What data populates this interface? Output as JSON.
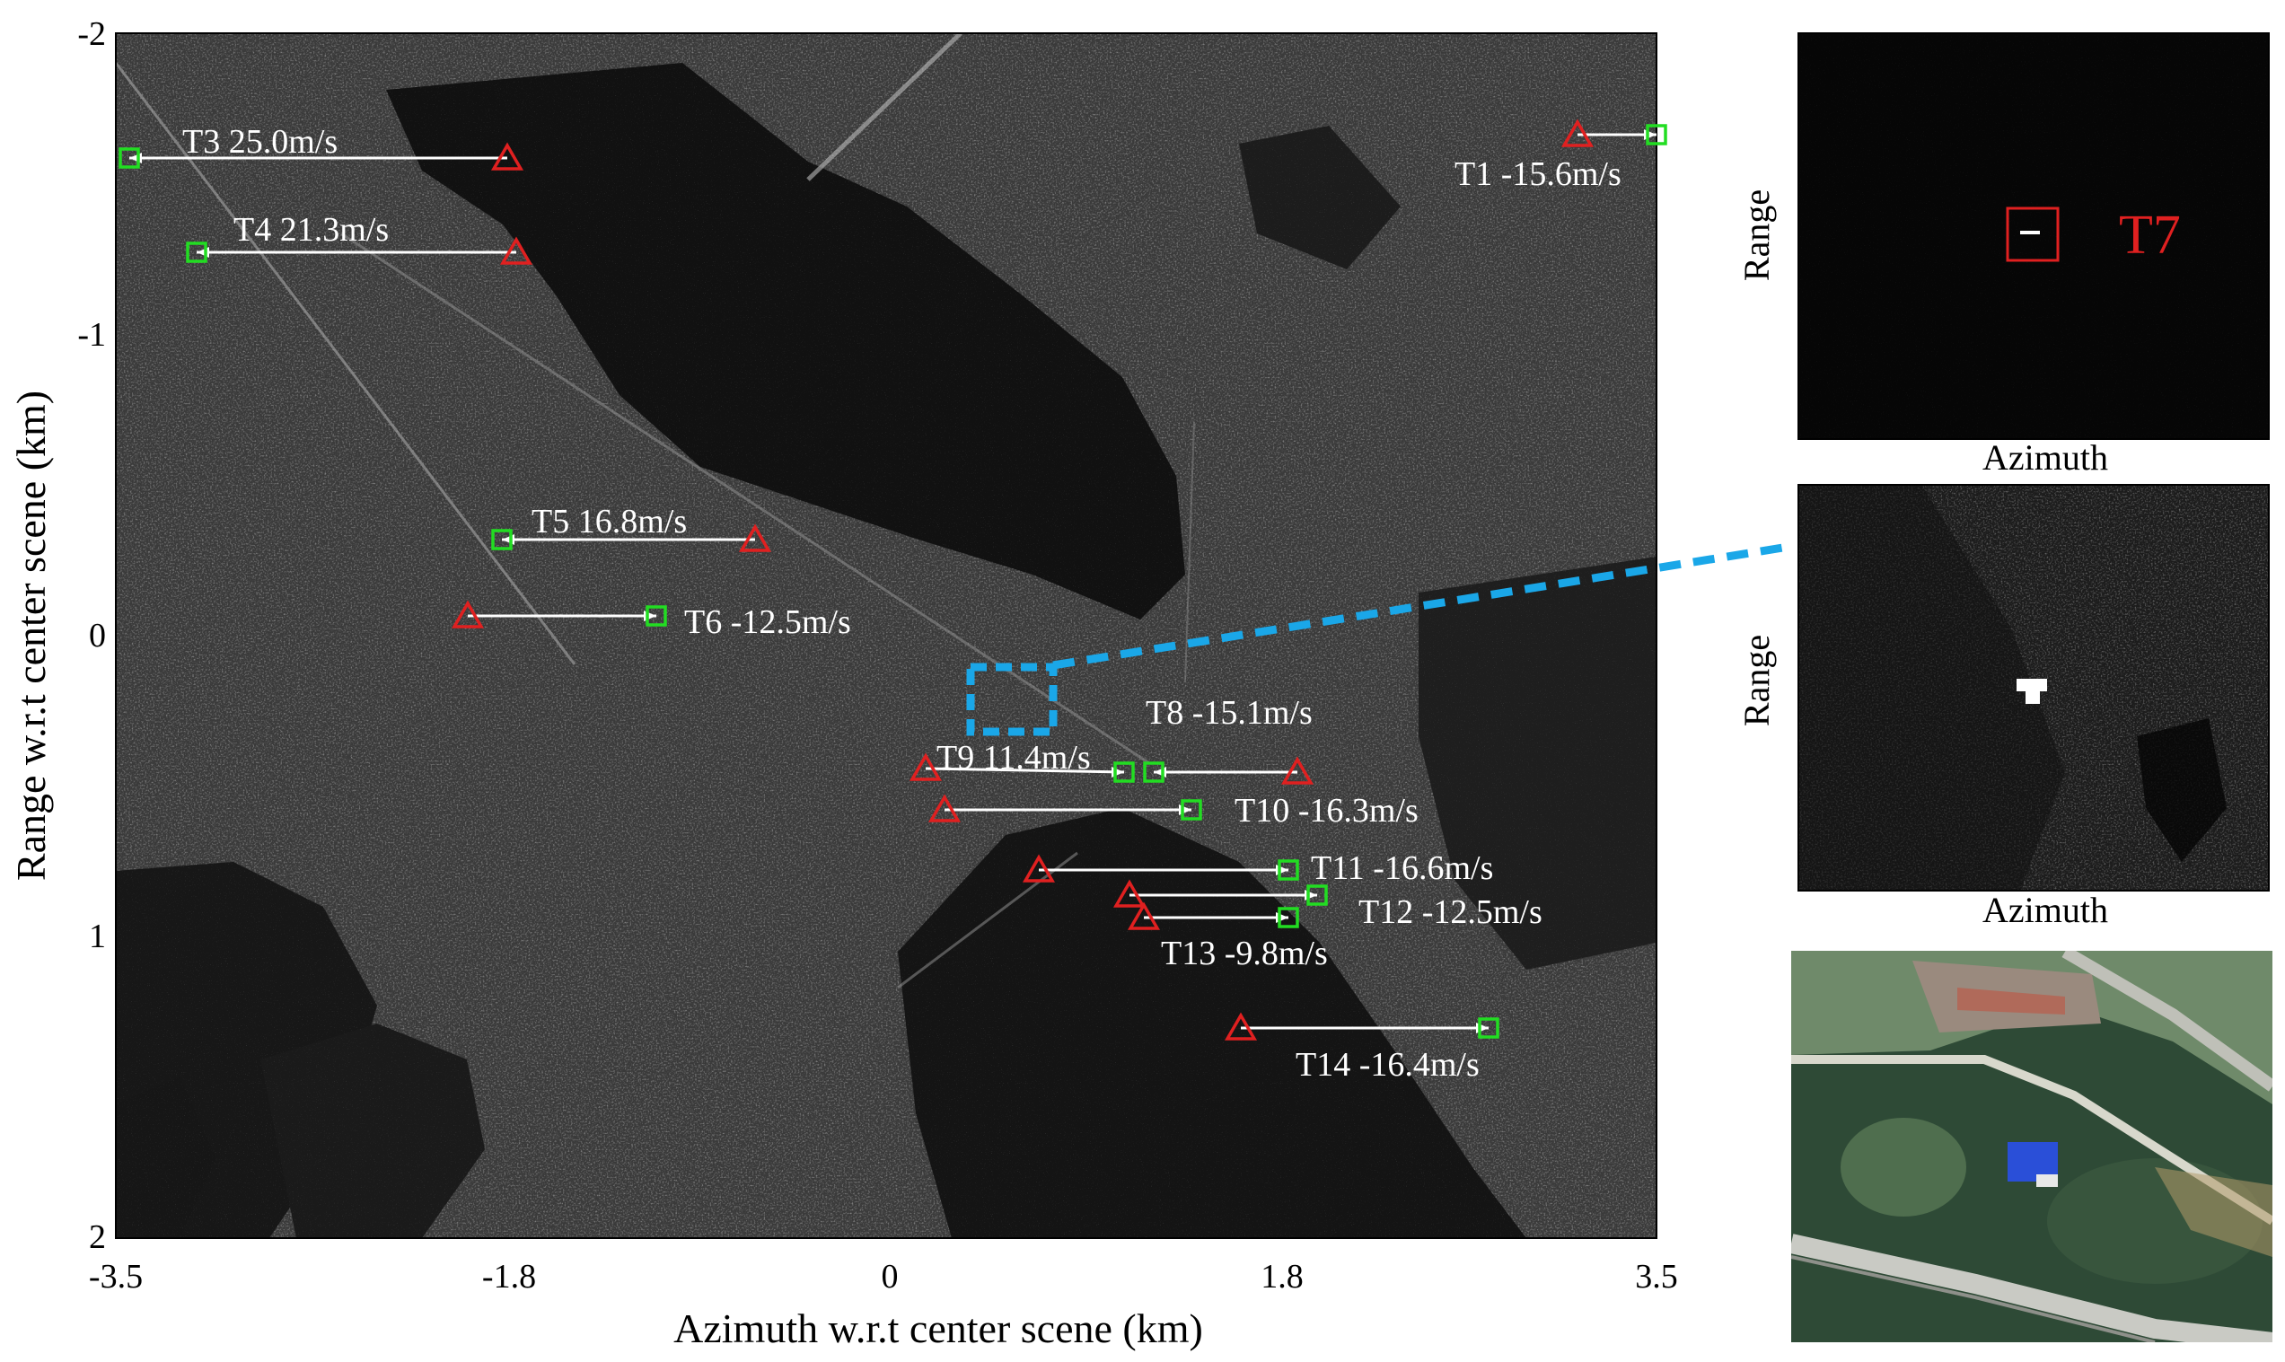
{
  "main_plot": {
    "xlabel": "Azimuth w.r.t center scene (km)",
    "ylabel": "Range w.r.t center scene (km)",
    "x_ticks": [
      "-3.5",
      "-1.8",
      "0",
      "1.8",
      "3.5"
    ],
    "y_ticks": [
      "-2",
      "-1",
      "0",
      "1",
      "2"
    ],
    "xlim": [
      -3.5,
      3.5
    ],
    "ylim": [
      -2,
      2
    ],
    "target_labels": [
      "T1 -15.6m/s",
      "T3 25.0m/s",
      "T4 21.3m/s",
      "T5 16.8m/s",
      "T6 -12.5m/s",
      "T8 -15.1m/s",
      "T9 11.4m/s",
      "T10 -16.3m/s",
      "T11 -16.6m/s",
      "T12 -12.5m/s",
      "T13 -9.8m/s",
      "T14 -16.4m/s"
    ],
    "colors": {
      "original_position_marker": "#e02020",
      "relocated_position_marker": "#22dd22",
      "displacement_arrow": "#ffffff",
      "zoom_box": "#1aa7e8"
    }
  },
  "inset_top": {
    "xlabel": "Azimuth",
    "ylabel": "Range",
    "target_label": "T7",
    "label_color": "#e02020"
  },
  "inset_middle": {
    "xlabel": "Azimuth",
    "ylabel": "Range"
  }
}
